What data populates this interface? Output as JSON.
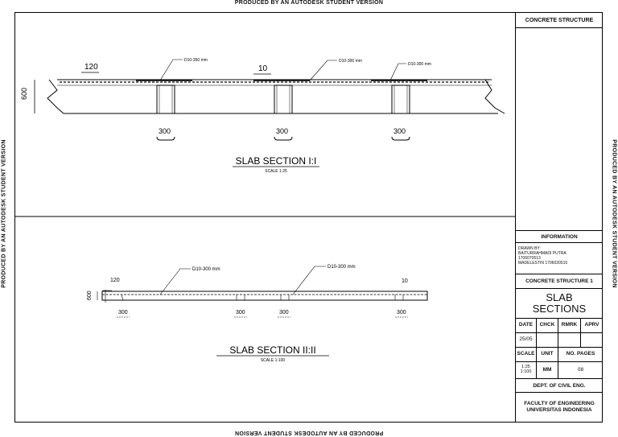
{
  "watermark": "PRODUCED BY AN AUTODESK STUDENT VERSION",
  "section1": {
    "title": "SLAB SECTION I:I",
    "scale": "SCALE 1:25",
    "dim_height": "600",
    "dim_slab": "120",
    "dim_cover": "10",
    "dim_beam_width": "300",
    "rebar_labels": [
      "D10-350 mm",
      "D10-300 mm",
      "D10-300 mm"
    ]
  },
  "section2": {
    "title": "SLAB SECTION II:II",
    "scale": "SCALE 1:100",
    "dim_height": "600",
    "dim_slab": "120",
    "dim_cover": "10",
    "dim_beam_width": "300",
    "rebar_labels": [
      "D10-300 mm",
      "D10-300 mm"
    ]
  },
  "titleblock": {
    "header": "CONCRETE STRUCTURE",
    "info": "INFORMATION",
    "drawn_by_label": "DRAWN BY:",
    "drawn_lines": [
      "BAITURRAHMADI PUTRA",
      "1706070513",
      "MADELESTIN 1706020515"
    ],
    "project": "CONCRETE STRUCTURE 1",
    "sheet_title_1": "SLAB",
    "sheet_title_2": "SECTIONS",
    "col_date": "DATE",
    "col_chck": "CHCK",
    "col_rmrk": "RMRK",
    "col_aprv": "APRV",
    "date_value": "25/05",
    "col_scale": "SCALE",
    "col_unit": "UNIT",
    "col_pages": "NO. PAGES",
    "scale_value_1": "1:25",
    "scale_value_2": "1:100",
    "unit_value": "MM",
    "pages_value": "08",
    "dept": "DEPT. OF CIVIL ENG.",
    "faculty_1": "FACULTY OF ENGINEERING",
    "faculty_2": "UNIVERSITAS INDONESIA"
  }
}
